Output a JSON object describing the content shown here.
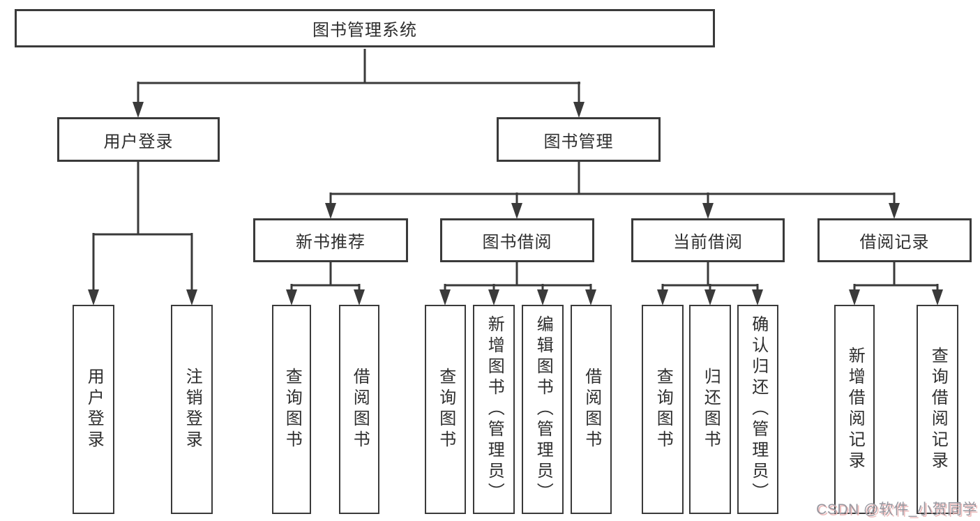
{
  "diagram": {
    "root": {
      "label": "图书管理系统"
    },
    "level2": [
      {
        "label": "用户登录",
        "children": [
          {
            "label": "用户登录"
          },
          {
            "label": "注销登录"
          }
        ]
      },
      {
        "label": "图书管理",
        "children": [
          {
            "label": "新书推荐",
            "children": [
              {
                "label": "查询图书"
              },
              {
                "label": "借阅图书"
              }
            ]
          },
          {
            "label": "图书借阅",
            "children": [
              {
                "label": "查询图书"
              },
              {
                "label": "新增图书（管理员）"
              },
              {
                "label": "编辑图书（管理员）"
              },
              {
                "label": "借阅图书"
              }
            ]
          },
          {
            "label": "当前借阅",
            "children": [
              {
                "label": "查询图书"
              },
              {
                "label": "归还图书"
              },
              {
                "label": "确认归还（管理员）"
              }
            ]
          },
          {
            "label": "借阅记录",
            "children": [
              {
                "label": "新增借阅记录"
              },
              {
                "label": "查询借阅记录"
              }
            ]
          }
        ]
      }
    ]
  },
  "watermark": {
    "text": "CSDN @软件_小贺同学"
  },
  "colors": {
    "line": "#3a3a3a",
    "box_border": "#3a3a3a",
    "text": "#2e2e2e",
    "background": "#ffffff",
    "watermark_text": "#97979f",
    "watermark_shadow": "#edbcbc"
  }
}
